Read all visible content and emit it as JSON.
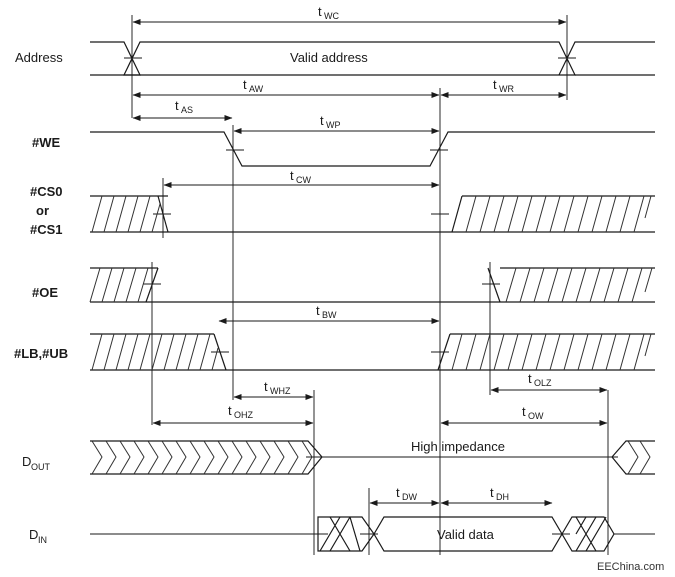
{
  "signals": {
    "address": "Address",
    "we": "#WE",
    "cs_line1": "#CS0",
    "cs_line2": "or",
    "cs_line3": "#CS1",
    "oe": "#OE",
    "lb_ub": "#LB,#UB",
    "dout_main": "D",
    "dout_sub": "OUT",
    "din_main": "D",
    "din_sub": "IN"
  },
  "annotations": {
    "valid_address": "Valid address",
    "high_impedance": "High impedance",
    "valid_data": "Valid data"
  },
  "timings": {
    "wc": {
      "main": "t",
      "sub": "WC"
    },
    "aw": {
      "main": "t",
      "sub": "AW"
    },
    "wr": {
      "main": "t",
      "sub": "WR"
    },
    "as": {
      "main": "t",
      "sub": "AS"
    },
    "wp": {
      "main": "t",
      "sub": "WP"
    },
    "cw": {
      "main": "t",
      "sub": "CW"
    },
    "bw": {
      "main": "t",
      "sub": "BW"
    },
    "whz": {
      "main": "t",
      "sub": "WHZ"
    },
    "ohz": {
      "main": "t",
      "sub": "OHZ"
    },
    "olz": {
      "main": "t",
      "sub": "OLZ"
    },
    "ow": {
      "main": "t",
      "sub": "OW"
    },
    "dw": {
      "main": "t",
      "sub": "DW"
    },
    "dh": {
      "main": "t",
      "sub": "DH"
    }
  },
  "watermark": "EEChina.com"
}
